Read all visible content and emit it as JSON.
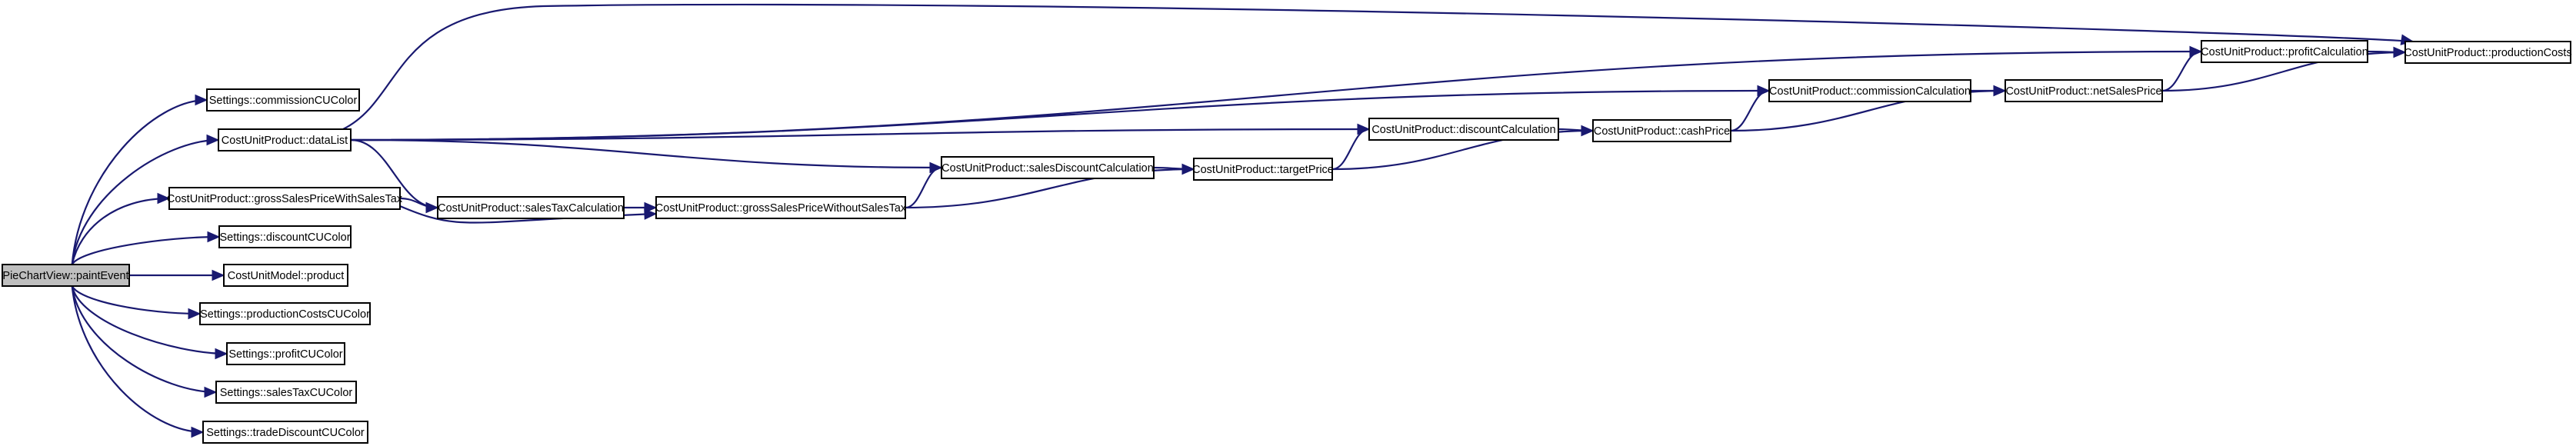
{
  "graph": {
    "nodes": [
      {
        "id": "paintEvent",
        "label": "PieChartView::paintEvent",
        "root": true
      },
      {
        "id": "commissionCUColor",
        "label": "Settings::commissionCUColor"
      },
      {
        "id": "dataList",
        "label": "CostUnitProduct::dataList"
      },
      {
        "id": "grossSalesPriceWithSalesTax",
        "label": "CostUnitProduct::grossSalesPriceWithSalesTax"
      },
      {
        "id": "discountCUColor",
        "label": "Settings::discountCUColor"
      },
      {
        "id": "product",
        "label": "CostUnitModel::product"
      },
      {
        "id": "productionCostsCUColor",
        "label": "Settings::productionCostsCUColor"
      },
      {
        "id": "profitCUColor",
        "label": "Settings::profitCUColor"
      },
      {
        "id": "salesTaxCUColor",
        "label": "Settings::salesTaxCUColor"
      },
      {
        "id": "tradeDiscountCUColor",
        "label": "Settings::tradeDiscountCUColor"
      },
      {
        "id": "salesTaxCalculation",
        "label": "CostUnitProduct::salesTaxCalculation"
      },
      {
        "id": "grossSalesPriceWithoutSalesTax",
        "label": "CostUnitProduct::grossSalesPriceWithoutSalesTax"
      },
      {
        "id": "salesDiscountCalculation",
        "label": "CostUnitProduct::salesDiscountCalculation"
      },
      {
        "id": "targetPrice",
        "label": "CostUnitProduct::targetPrice"
      },
      {
        "id": "discountCalculation",
        "label": "CostUnitProduct::discountCalculation"
      },
      {
        "id": "cashPrice",
        "label": "CostUnitProduct::cashPrice"
      },
      {
        "id": "commissionCalculation",
        "label": "CostUnitProduct::commissionCalculation"
      },
      {
        "id": "netSalesPrice",
        "label": "CostUnitProduct::netSalesPrice"
      },
      {
        "id": "profitCalculation",
        "label": "CostUnitProduct::profitCalculation"
      },
      {
        "id": "productionCosts",
        "label": "CostUnitProduct::productionCosts"
      }
    ],
    "edges": [
      {
        "from": "paintEvent",
        "to": "commissionCUColor"
      },
      {
        "from": "paintEvent",
        "to": "dataList"
      },
      {
        "from": "paintEvent",
        "to": "grossSalesPriceWithSalesTax"
      },
      {
        "from": "paintEvent",
        "to": "discountCUColor"
      },
      {
        "from": "paintEvent",
        "to": "product"
      },
      {
        "from": "paintEvent",
        "to": "productionCostsCUColor"
      },
      {
        "from": "paintEvent",
        "to": "profitCUColor"
      },
      {
        "from": "paintEvent",
        "to": "salesTaxCUColor"
      },
      {
        "from": "paintEvent",
        "to": "tradeDiscountCUColor"
      },
      {
        "from": "dataList",
        "to": "productionCosts"
      },
      {
        "from": "dataList",
        "to": "profitCalculation"
      },
      {
        "from": "dataList",
        "to": "commissionCalculation"
      },
      {
        "from": "dataList",
        "to": "discountCalculation"
      },
      {
        "from": "dataList",
        "to": "salesDiscountCalculation"
      },
      {
        "from": "dataList",
        "to": "salesTaxCalculation"
      },
      {
        "from": "grossSalesPriceWithSalesTax",
        "to": "salesTaxCalculation"
      },
      {
        "from": "grossSalesPriceWithSalesTax",
        "to": "grossSalesPriceWithoutSalesTax"
      },
      {
        "from": "salesTaxCalculation",
        "to": "grossSalesPriceWithoutSalesTax"
      },
      {
        "from": "grossSalesPriceWithoutSalesTax",
        "to": "salesDiscountCalculation"
      },
      {
        "from": "grossSalesPriceWithoutSalesTax",
        "to": "targetPrice"
      },
      {
        "from": "salesDiscountCalculation",
        "to": "targetPrice"
      },
      {
        "from": "targetPrice",
        "to": "discountCalculation"
      },
      {
        "from": "targetPrice",
        "to": "cashPrice"
      },
      {
        "from": "discountCalculation",
        "to": "cashPrice"
      },
      {
        "from": "cashPrice",
        "to": "commissionCalculation"
      },
      {
        "from": "cashPrice",
        "to": "netSalesPrice"
      },
      {
        "from": "commissionCalculation",
        "to": "netSalesPrice"
      },
      {
        "from": "netSalesPrice",
        "to": "profitCalculation"
      },
      {
        "from": "netSalesPrice",
        "to": "productionCosts"
      },
      {
        "from": "profitCalculation",
        "to": "productionCosts"
      }
    ]
  },
  "colors": {
    "edge": "#191970",
    "node_border": "#000000",
    "node_fill": "#ffffff",
    "root_fill": "#bfbfbf"
  }
}
